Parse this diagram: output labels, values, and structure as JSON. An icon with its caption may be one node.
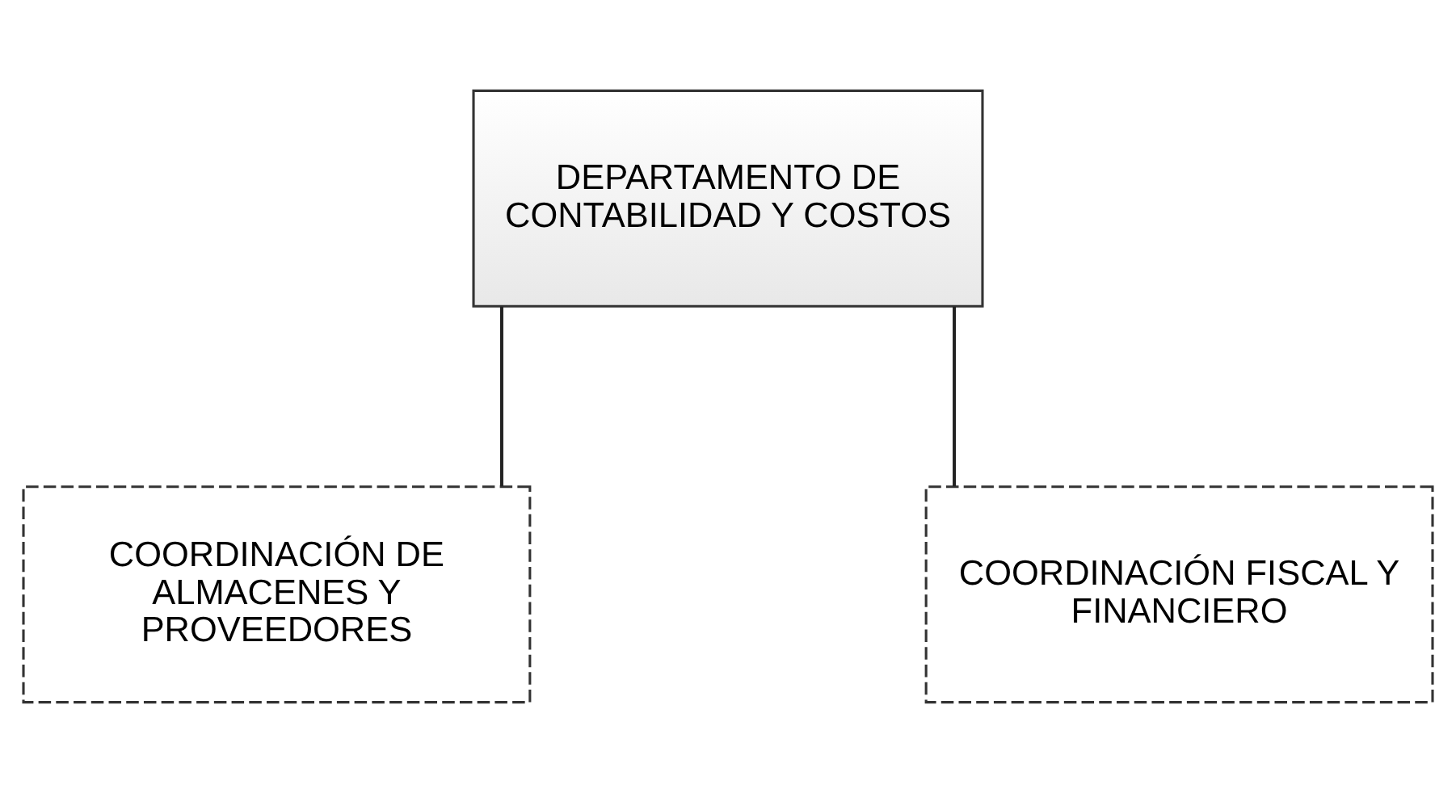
{
  "diagram": {
    "nodes": [
      {
        "text": [
          "DEPARTAMENTO DE CONTABILIDAD Y COSTOS"
        ]
      },
      {
        "text": [
          "COORDINACIÓN DE ALMACENES Y PROVEEDORES"
        ]
      },
      {
        "text": [
          "COORDINACIÓN FISCAL Y FINANCIERO"
        ]
      }
    ],
    "edges": [
      {
        "from": 0,
        "to": 1,
        "arrow": "none"
      },
      {
        "from": 0,
        "to": 2,
        "arrow": "none"
      }
    ]
  }
}
